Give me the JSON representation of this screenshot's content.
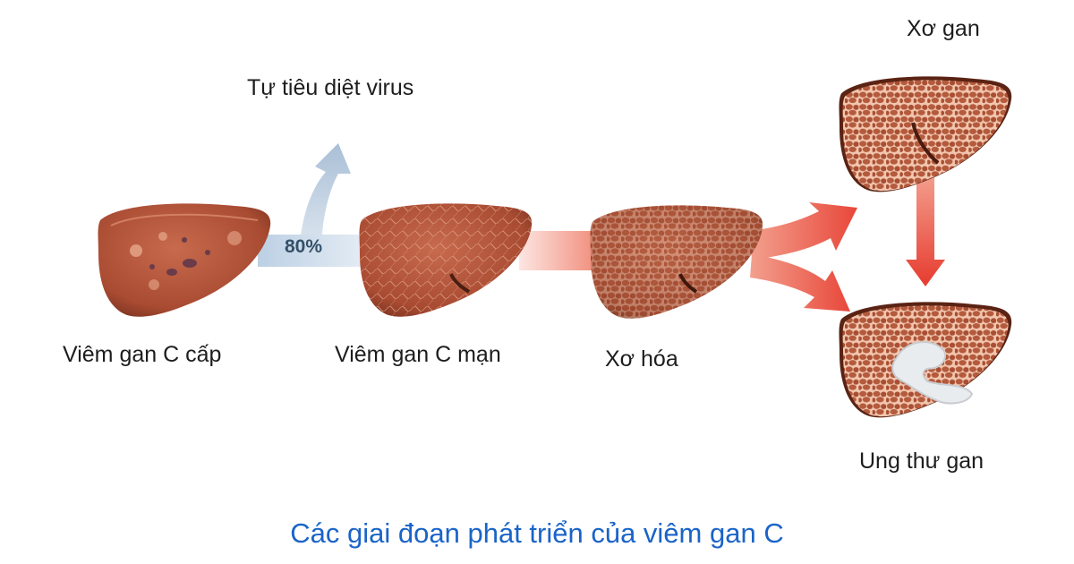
{
  "stages": {
    "acute": "Viêm gan C cấp",
    "chronic": "Viêm gan C mạn",
    "fibrosis": "Xơ hóa",
    "cirrhosis": "Xơ gan",
    "cancer": "Ung thư gan"
  },
  "self_clearance": {
    "label": "Tự tiêu diệt virus",
    "percent": "80%"
  },
  "caption": "Các giai đoạn phát triển của viêm gan C",
  "colors": {
    "caption": "#1a64c8",
    "liver": "#b8553a",
    "liver_dark": "#6e2d1c",
    "arrow_red": "#e8473a",
    "arrow_blue": "#c9d7e6",
    "percent_text": "#34506a"
  }
}
